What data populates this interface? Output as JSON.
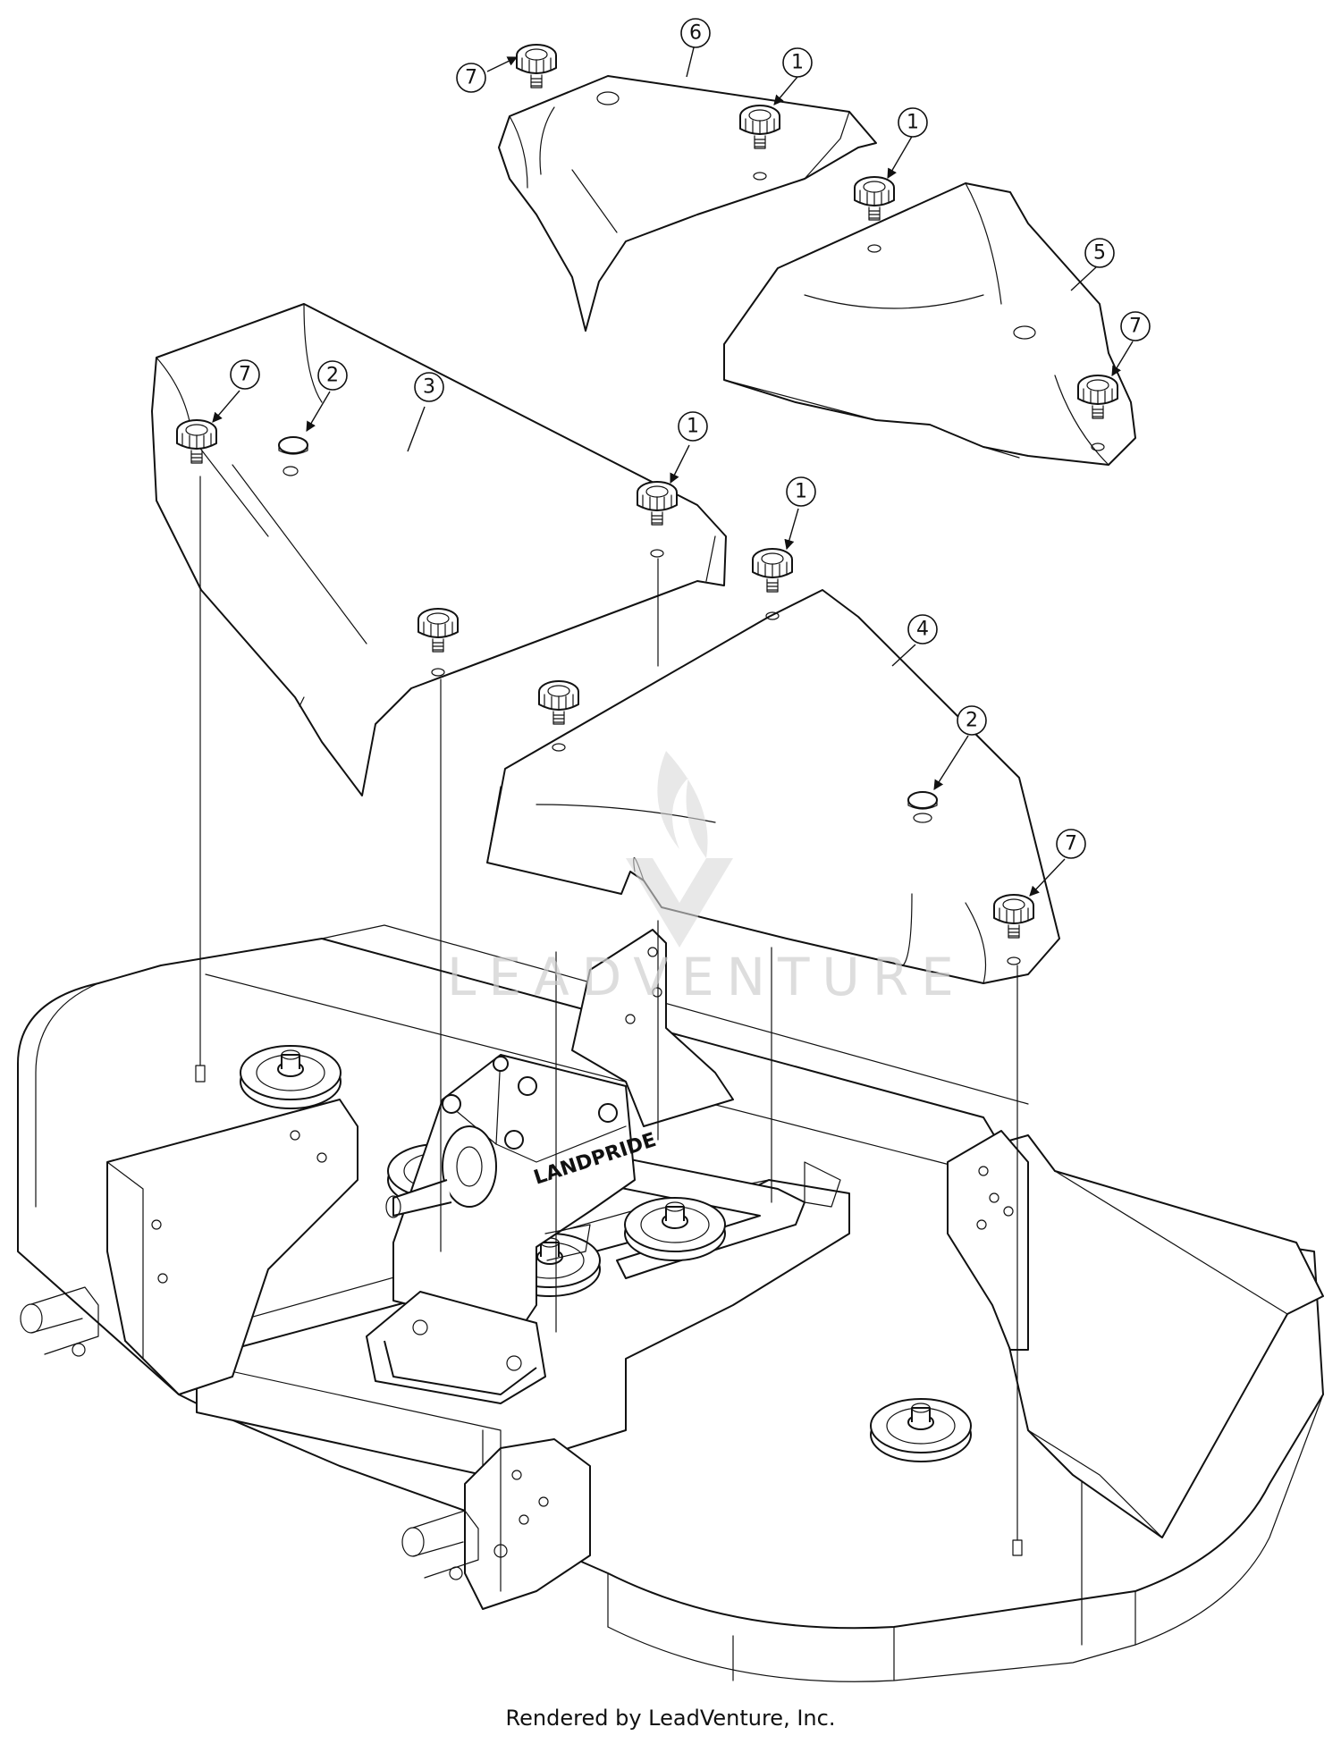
{
  "footer": {
    "text": "Rendered by LeadVenture, Inc."
  },
  "watermark": {
    "text": "LEADVENTURE"
  },
  "gearbox_brand": "LANDPRIDE",
  "callouts": [
    {
      "id": "callout-1-a",
      "label": "1"
    },
    {
      "id": "callout-1-b",
      "label": "1"
    },
    {
      "id": "callout-1-c",
      "label": "1"
    },
    {
      "id": "callout-1-d",
      "label": "1"
    },
    {
      "id": "callout-2-a",
      "label": "2"
    },
    {
      "id": "callout-2-b",
      "label": "2"
    },
    {
      "id": "callout-3",
      "label": "3"
    },
    {
      "id": "callout-4",
      "label": "4"
    },
    {
      "id": "callout-5",
      "label": "5"
    },
    {
      "id": "callout-6",
      "label": "6"
    },
    {
      "id": "callout-7-a",
      "label": "7"
    },
    {
      "id": "callout-7-b",
      "label": "7"
    },
    {
      "id": "callout-7-c",
      "label": "7"
    },
    {
      "id": "callout-7-d",
      "label": "7"
    }
  ]
}
